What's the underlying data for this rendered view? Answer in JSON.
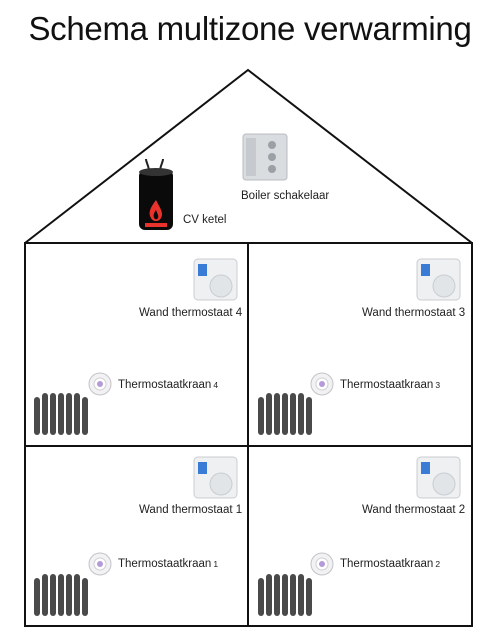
{
  "title": "Schema multizone verwarming",
  "attic": {
    "boiler_label": "CV ketel",
    "switch_label": "Boiler schakelaar"
  },
  "zones": [
    {
      "wall_label": "Wand thermostaat 4",
      "valve_label": "Thermostaatkraan",
      "valve_number": "4"
    },
    {
      "wall_label": "Wand thermostaat 3",
      "valve_label": "Thermostaatkraan",
      "valve_number": "3"
    },
    {
      "wall_label": "Wand thermostaat 1",
      "valve_label": "Thermostaatkraan",
      "valve_number": "1"
    },
    {
      "wall_label": "Wand thermostaat 2",
      "valve_label": "Thermostaatkraan",
      "valve_number": "2"
    }
  ],
  "icons": {
    "boiler": "boiler-icon",
    "switch": "boiler-switch-icon",
    "wall_thermostat": "wall-thermostat-icon",
    "valve": "thermostatic-valve-icon",
    "radiator": "radiator-icon"
  },
  "colors": {
    "flame": "#e8322b",
    "outline": "#111111",
    "display": "#3a7bd5"
  }
}
